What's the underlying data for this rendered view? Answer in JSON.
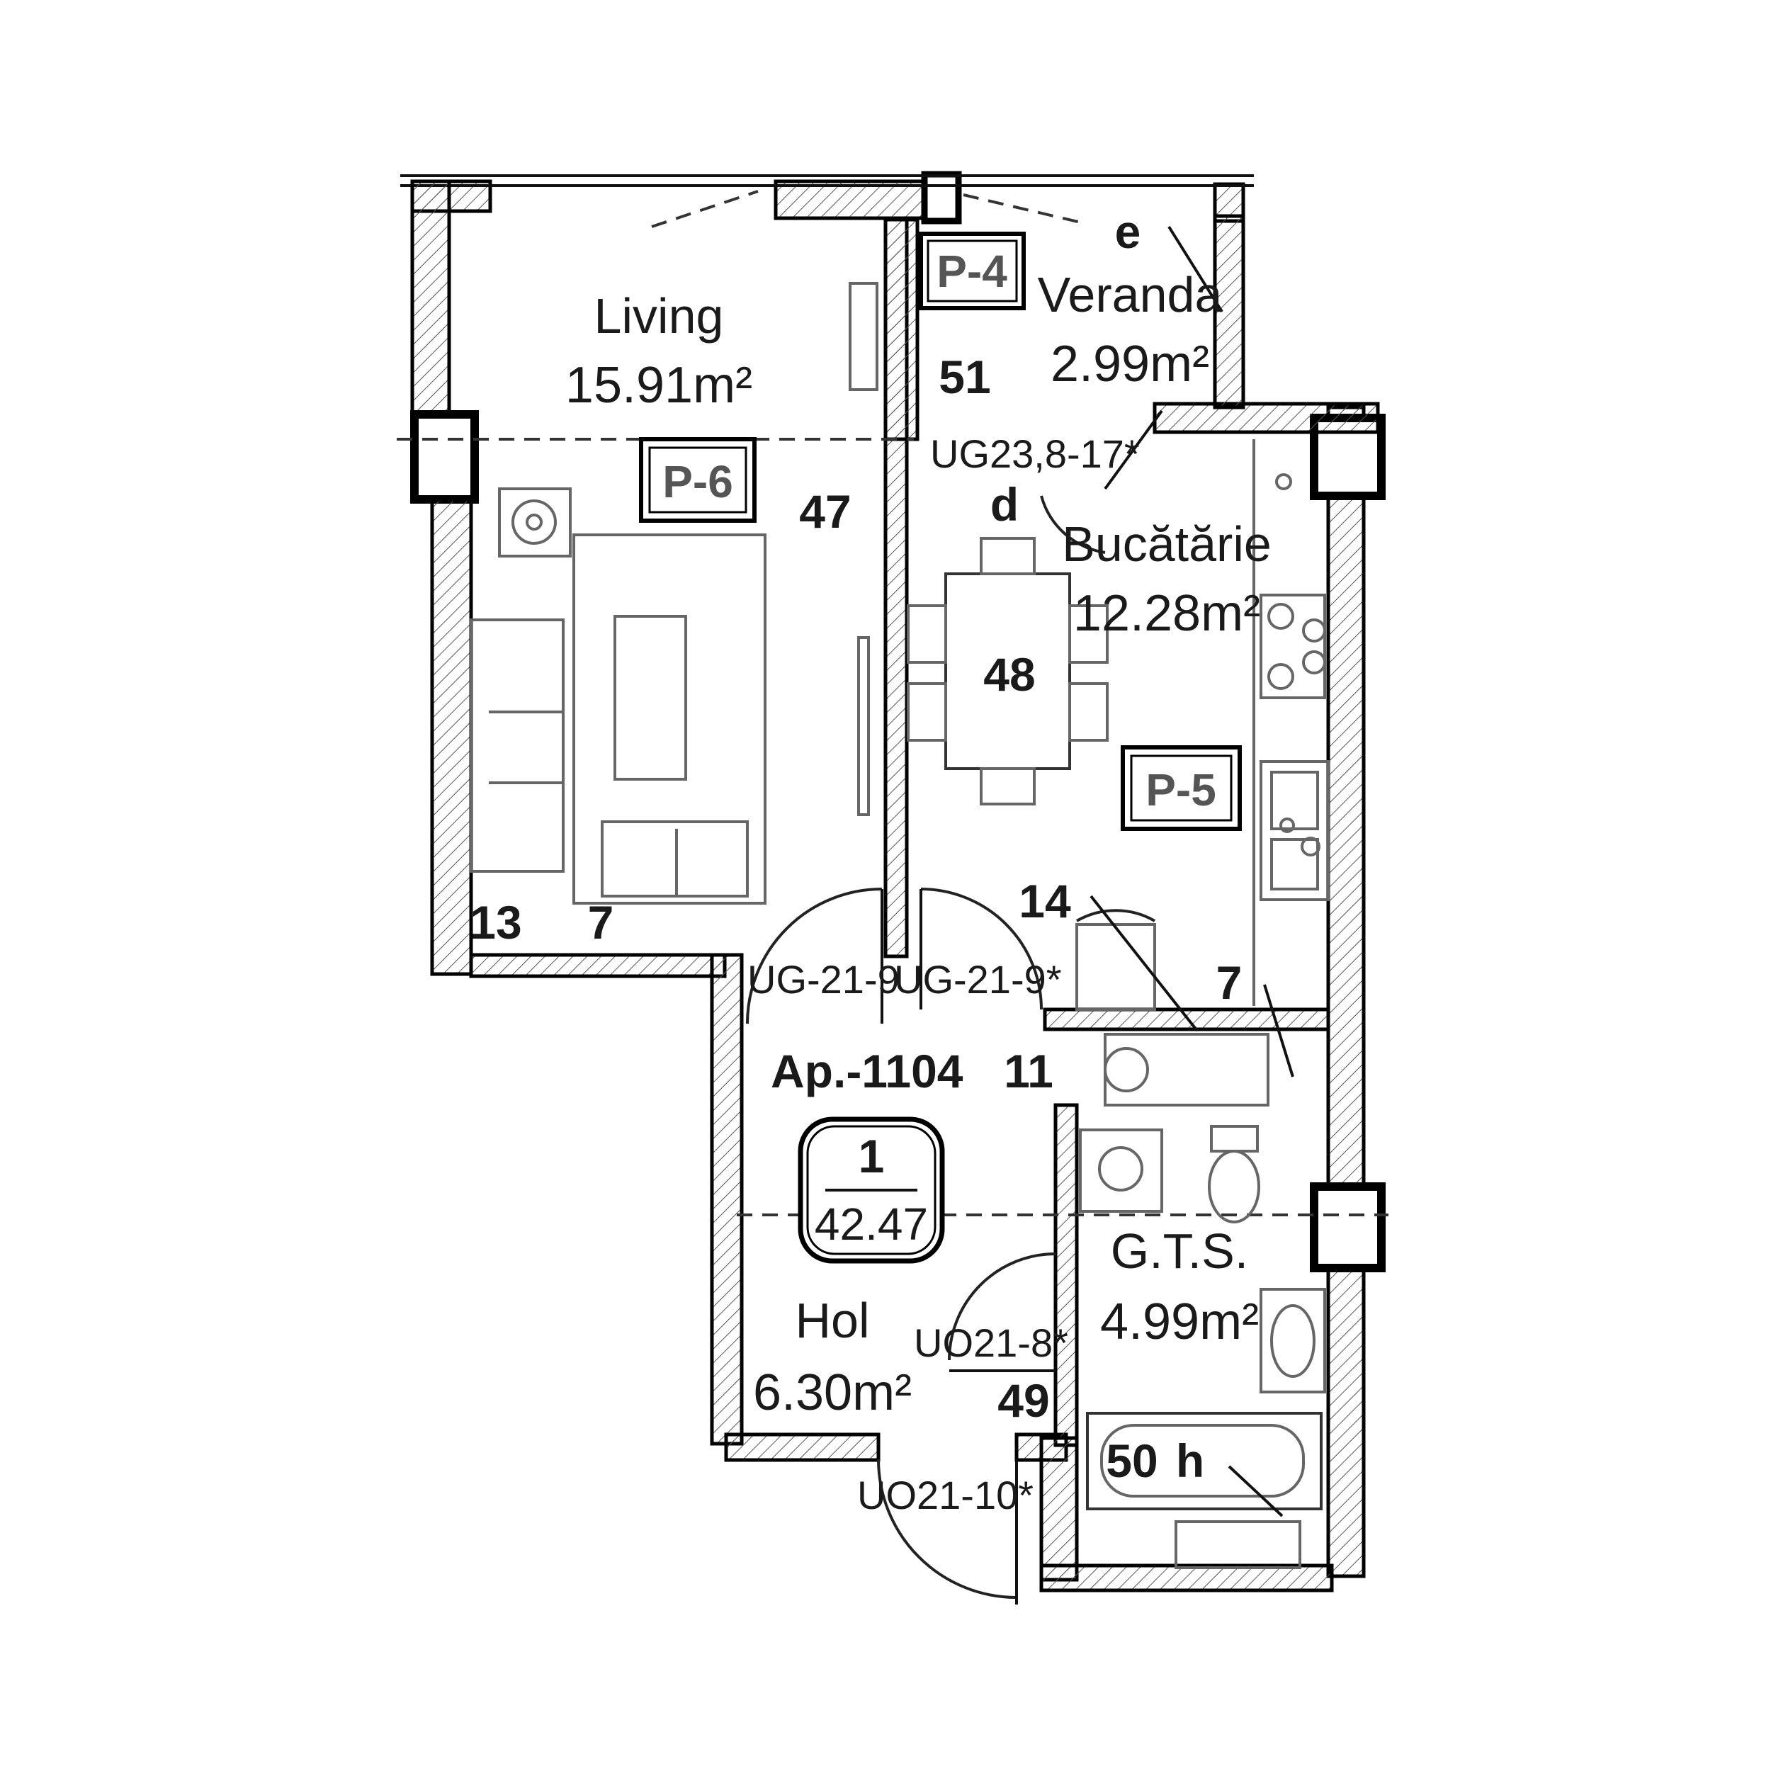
{
  "apartment": {
    "label": "Ap.-1104",
    "rooms_count": "1",
    "total_area": "42.47"
  },
  "rooms": {
    "living": {
      "name": "Living",
      "area": "15.91m²"
    },
    "veranda": {
      "name": "Veranda",
      "area": "2.99m²"
    },
    "kitchen": {
      "name": "Bucătărie",
      "area": "12.28m²"
    },
    "hall": {
      "name": "Hol",
      "area": "6.30m²"
    },
    "bathroom": {
      "name": "G.T.S.",
      "area": "4.99m²"
    }
  },
  "tags": {
    "p4": "P-4",
    "p5": "P-5",
    "p6": "P-6"
  },
  "numbers": {
    "n51": "51",
    "n47": "47",
    "n48": "48",
    "n14": "14",
    "n13": "13",
    "n7a": "7",
    "n7b": "7",
    "n11": "11",
    "n49": "49",
    "n50": "50",
    "h": "h",
    "e": "e",
    "d": "d"
  },
  "codes": {
    "window_kitchen": "UG23,8-17*",
    "door_living": "UG-21-9",
    "door_kitchen": "UG-21-9*",
    "door_bath": "UO21-8*",
    "door_entry": "UO21-10*"
  }
}
